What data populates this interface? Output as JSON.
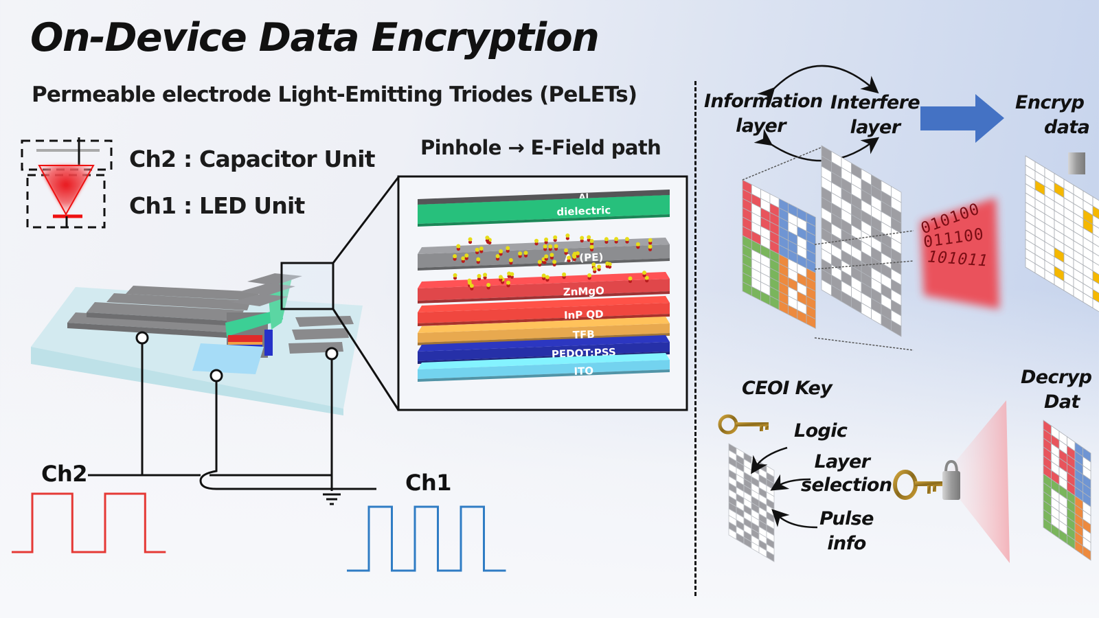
{
  "header": {
    "title": "On-Device Data Encryption",
    "subtitle": "Permeable electrode Light-Emitting Triodes (PeLETs)"
  },
  "legend": {
    "ch2": "Ch2 : Capacitor Unit",
    "ch1": "Ch1 : LED Unit"
  },
  "inset": {
    "label": "Pinhole → E-Field path",
    "layers": [
      {
        "name": "Al",
        "color": "#555557"
      },
      {
        "name": "dielectric",
        "color": "#27c07c"
      },
      {
        "name": "Al (PE)",
        "color": "#8c8d90"
      },
      {
        "name": "ZnMgO",
        "color": "#e0474a"
      },
      {
        "name": "InP QD",
        "color": "#f0473f"
      },
      {
        "name": "TFB",
        "color": "#e8a94f"
      },
      {
        "name": "PEDOT:PSS",
        "color": "#2630a8"
      },
      {
        "name": "ITO",
        "color": "#73d3ef"
      }
    ]
  },
  "circuit": {
    "ch2_label": "Ch2",
    "ch1_label": "Ch1",
    "ch2_color": "#e53935",
    "ch1_color": "#2f7cc4",
    "ch2_pulses": 2,
    "ch1_pulses": 3
  },
  "encryption": {
    "information_layer": [
      "Information",
      "layer"
    ],
    "interfere_layer": [
      "Interfere",
      "layer"
    ],
    "encrypted_data": [
      "Encryp",
      "data"
    ],
    "binary_lines": [
      "010100",
      "011100",
      "101011"
    ],
    "arrow_color": "#4472c4",
    "quadrant_colors": [
      "#e8545c",
      "#6f95d3",
      "#7ab55c",
      "#ed8a3e"
    ],
    "encrypted_color": "#f5b800"
  },
  "decryption": {
    "key_title": "CEOI Key",
    "logic": "Logic",
    "layer_selection": [
      "Layer",
      "selection"
    ],
    "pulse_info": [
      "Pulse",
      "info"
    ],
    "decrypted_data": [
      "Decryp",
      "Dat"
    ]
  }
}
